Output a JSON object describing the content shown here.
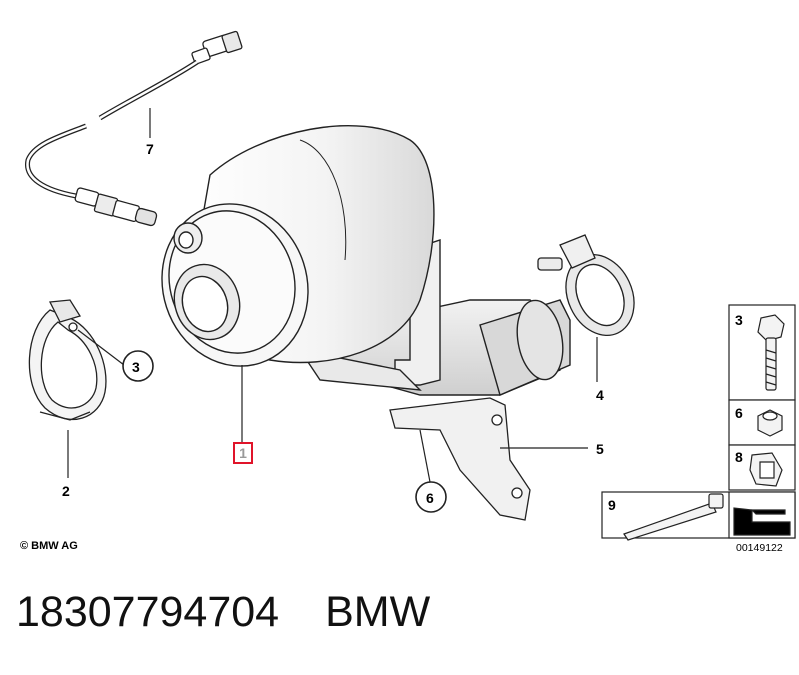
{
  "callouts": {
    "c1": "1",
    "c2": "2",
    "c3": "3",
    "c4": "4",
    "c5": "5",
    "c6": "6",
    "c7": "7"
  },
  "side_panel": {
    "bolt_number": "3",
    "nut_number": "6",
    "clip_number": "8",
    "cable_tie_number": "9"
  },
  "footer": {
    "copyright": "© BMW AG",
    "drawing_number": "00149122",
    "part_number": "18307794704",
    "brand": "BMW"
  },
  "colors": {
    "highlight": "#e0142a",
    "line": "#222222",
    "fill_light": "#f7f7f7",
    "fill_mid": "#e6e6e6"
  }
}
